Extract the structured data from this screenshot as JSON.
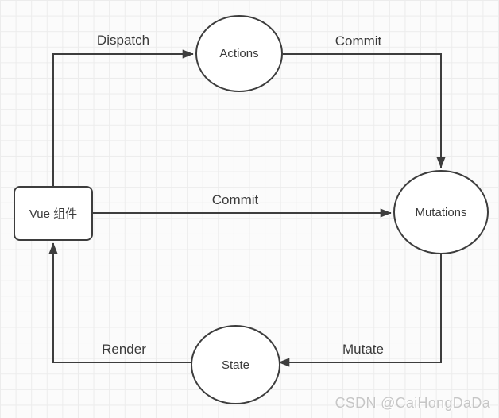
{
  "diagram": {
    "nodes": {
      "vue": {
        "label": "Vue 组件",
        "shape": "rounded-rect"
      },
      "actions": {
        "label": "Actions",
        "shape": "circle"
      },
      "mutations": {
        "label": "Mutations",
        "shape": "circle"
      },
      "state": {
        "label": "State",
        "shape": "circle"
      }
    },
    "edges": {
      "dispatch": {
        "label": "Dispatch",
        "from": "vue",
        "to": "actions"
      },
      "commit_top": {
        "label": "Commit",
        "from": "actions",
        "to": "mutations"
      },
      "commit_mid": {
        "label": "Commit",
        "from": "vue",
        "to": "mutations"
      },
      "mutate": {
        "label": "Mutate",
        "from": "mutations",
        "to": "state"
      },
      "render": {
        "label": "Render",
        "from": "state",
        "to": "vue"
      }
    },
    "colors": {
      "stroke": "#3d3d3d",
      "text": "#3a3a3a",
      "node_fill": "#ffffff",
      "grid_line": "#ececec",
      "background": "#fbfbfb",
      "watermark": "#c6c6c6"
    }
  },
  "watermark": {
    "text": "CSDN @CaiHongDaDa"
  }
}
